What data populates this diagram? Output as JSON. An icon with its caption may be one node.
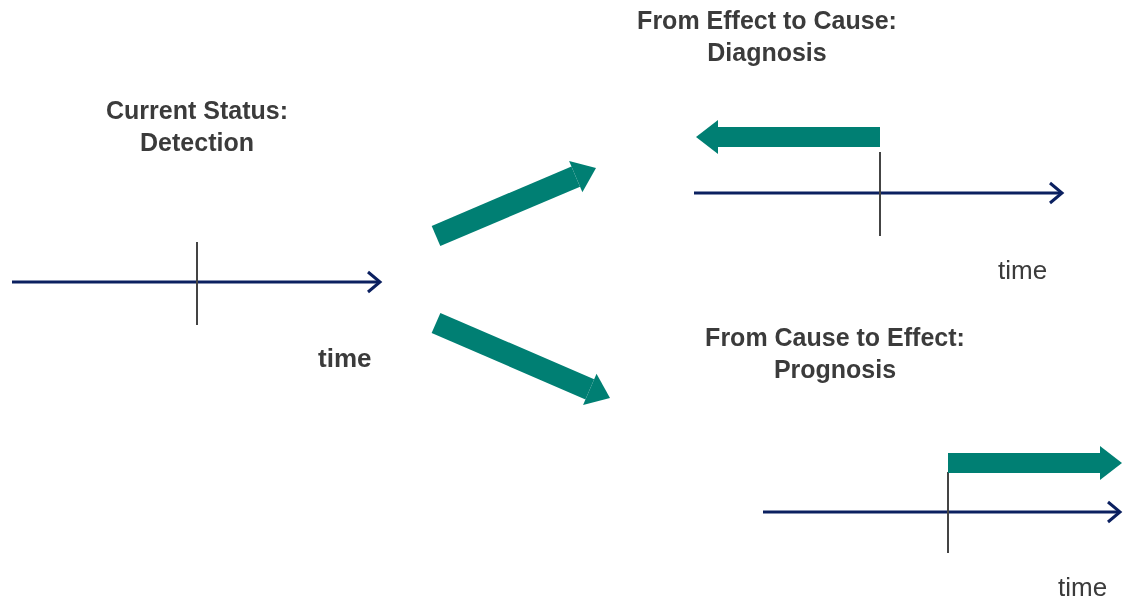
{
  "diagram": {
    "nodes": [
      {
        "text": [
          "Current Status: Detection"
        ]
      },
      {
        "text": [
          "From Effect to Cause: Diagnosis"
        ]
      },
      {
        "text": [
          "From Cause to Effect: Prognosis"
        ]
      }
    ],
    "edges": [
      {
        "from": 0,
        "to": 1,
        "arrow": "to"
      },
      {
        "from": 0,
        "to": 2,
        "arrow": "to"
      }
    ],
    "labels": [
      "time",
      "time",
      "time"
    ]
  }
}
